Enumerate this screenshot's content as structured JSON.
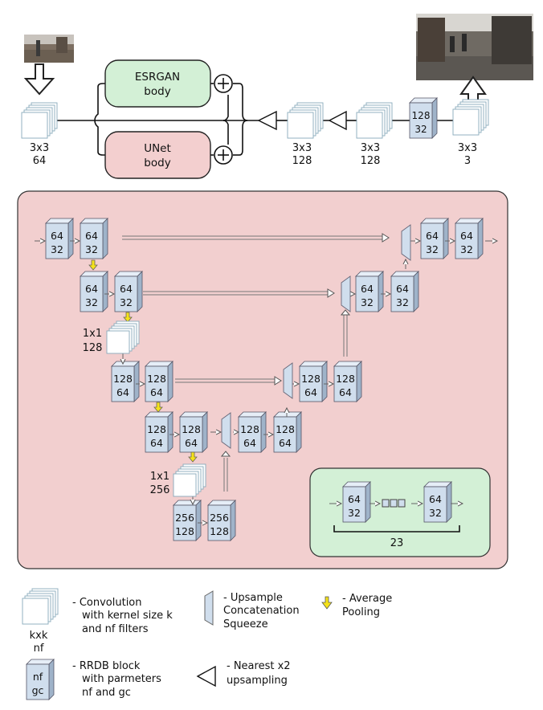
{
  "top": {
    "esrgan_line1": "ESRGAN",
    "esrgan_line2": "body",
    "unet_line1": "UNet",
    "unet_line2": "body",
    "conv_in": [
      "3x3",
      "64"
    ],
    "conv_a": [
      "3x3",
      "128"
    ],
    "conv_b": [
      "3x3",
      "128"
    ],
    "conv_out": [
      "3x3",
      "3"
    ],
    "rrdb": [
      "128",
      "32"
    ]
  },
  "unet": {
    "blocks": [
      [
        "64",
        "32"
      ],
      [
        "64",
        "32"
      ],
      [
        "64",
        "32"
      ],
      [
        "64",
        "32"
      ],
      [
        "128",
        "64"
      ],
      [
        "128",
        "64"
      ],
      [
        "128",
        "64"
      ],
      [
        "128",
        "64"
      ],
      [
        "256",
        "128"
      ],
      [
        "256",
        "128"
      ],
      [
        "128",
        "64"
      ],
      [
        "128",
        "64"
      ],
      [
        "128",
        "64"
      ],
      [
        "128",
        "64"
      ],
      [
        "64",
        "32"
      ],
      [
        "64",
        "32"
      ],
      [
        "64",
        "32"
      ],
      [
        "64",
        "32"
      ]
    ],
    "conv1": [
      "1x1",
      "128"
    ],
    "conv2": [
      "1x1",
      "256"
    ]
  },
  "inset": {
    "block_a": [
      "64",
      "32"
    ],
    "block_b": [
      "64",
      "32"
    ],
    "count": "23"
  },
  "legend": {
    "conv": [
      "- Convolution",
      "with kernel size k",
      "and nf filters"
    ],
    "conv_label": [
      "kxk",
      "nf"
    ],
    "upsample": [
      "- Upsample",
      "Concatenation",
      "Squeeze"
    ],
    "pool": [
      "- Average",
      "Pooling"
    ],
    "rrdb": [
      "- RRDB block",
      "with parmeters",
      "nf and gc"
    ],
    "rrdb_label": [
      "nf",
      "gc"
    ],
    "nearest": [
      "- Nearest x2",
      "upsampling"
    ]
  },
  "colors": {
    "esrgan": "#d3f0d6",
    "unet": "#f3cfcf",
    "panel": "#f2cfcf",
    "inset": "#d3f0d6",
    "block": "#d0deed",
    "pool": "#f5e21a"
  }
}
